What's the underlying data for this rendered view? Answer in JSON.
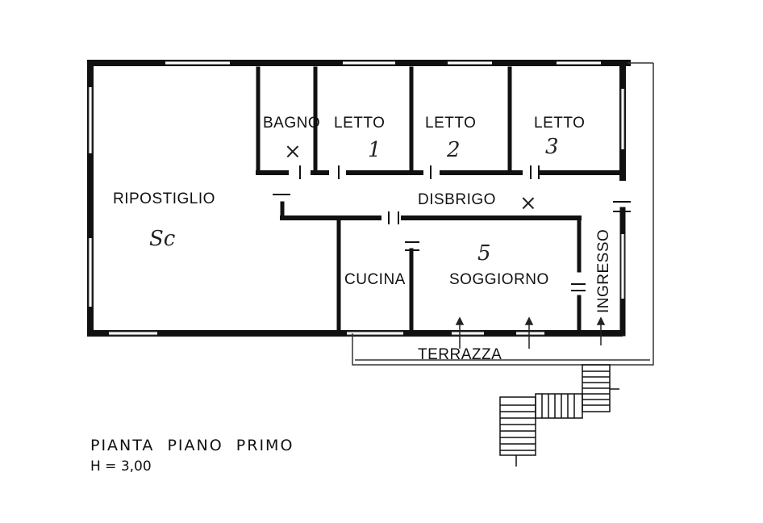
{
  "plan": {
    "title": "PIANTA  PIANO  PRIMO",
    "height_note": "H = 3,00",
    "rooms": {
      "bagno": "BAGNO",
      "letto_1": "LETTO",
      "letto_2": "LETTO",
      "letto_3": "LETTO",
      "ripostiglio": "RIPOSTIGLIO",
      "disbrigo": "DISBRIGO",
      "ingresso": "INGRESSO",
      "cucina": "CUCINA",
      "soggiorno": "SOGGIORNO",
      "terrazza": "TERRAZZA"
    },
    "handwritten": {
      "bagno_mark": "×",
      "letto_1_number": "1",
      "letto_2_number": "2",
      "letto_3_number": "3",
      "disbrigo_mark": "×",
      "soggiorno_number": "5",
      "ripostiglio_note": "Sc"
    },
    "colors": {
      "wall": "#111111",
      "line": "#222222",
      "paper": "#ffffff"
    }
  }
}
